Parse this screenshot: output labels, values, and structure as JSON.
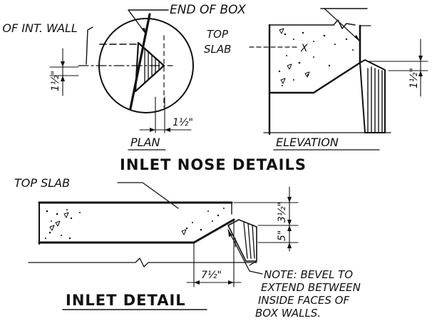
{
  "labels": {
    "end_of_box": "END OF BOX",
    "int_wall": "℄ OF INT. WALL",
    "top_slab_upper": [
      "TOP",
      "SLAB"
    ],
    "x_mark": "X",
    "dim_1_half_plan": "1½\"",
    "dim_1_half_plan_bottom": "1½\"",
    "dim_1_half_elev": "1½\"",
    "plan": "PLAN",
    "elevation": "ELEVATION",
    "top_slab_lower": "TOP SLAB",
    "dim_3_half": "3½\"",
    "dim_5": "5\"",
    "dim_7_half": "7½\"",
    "note": [
      "NOTE: BEVEL TO",
      "EXTEND BETWEEN",
      "INSIDE FACES OF",
      "BOX WALLS."
    ]
  },
  "titles": {
    "inlet_nose_details": "INLET NOSE DETAILS",
    "inlet_detail": "INLET DETAIL"
  }
}
